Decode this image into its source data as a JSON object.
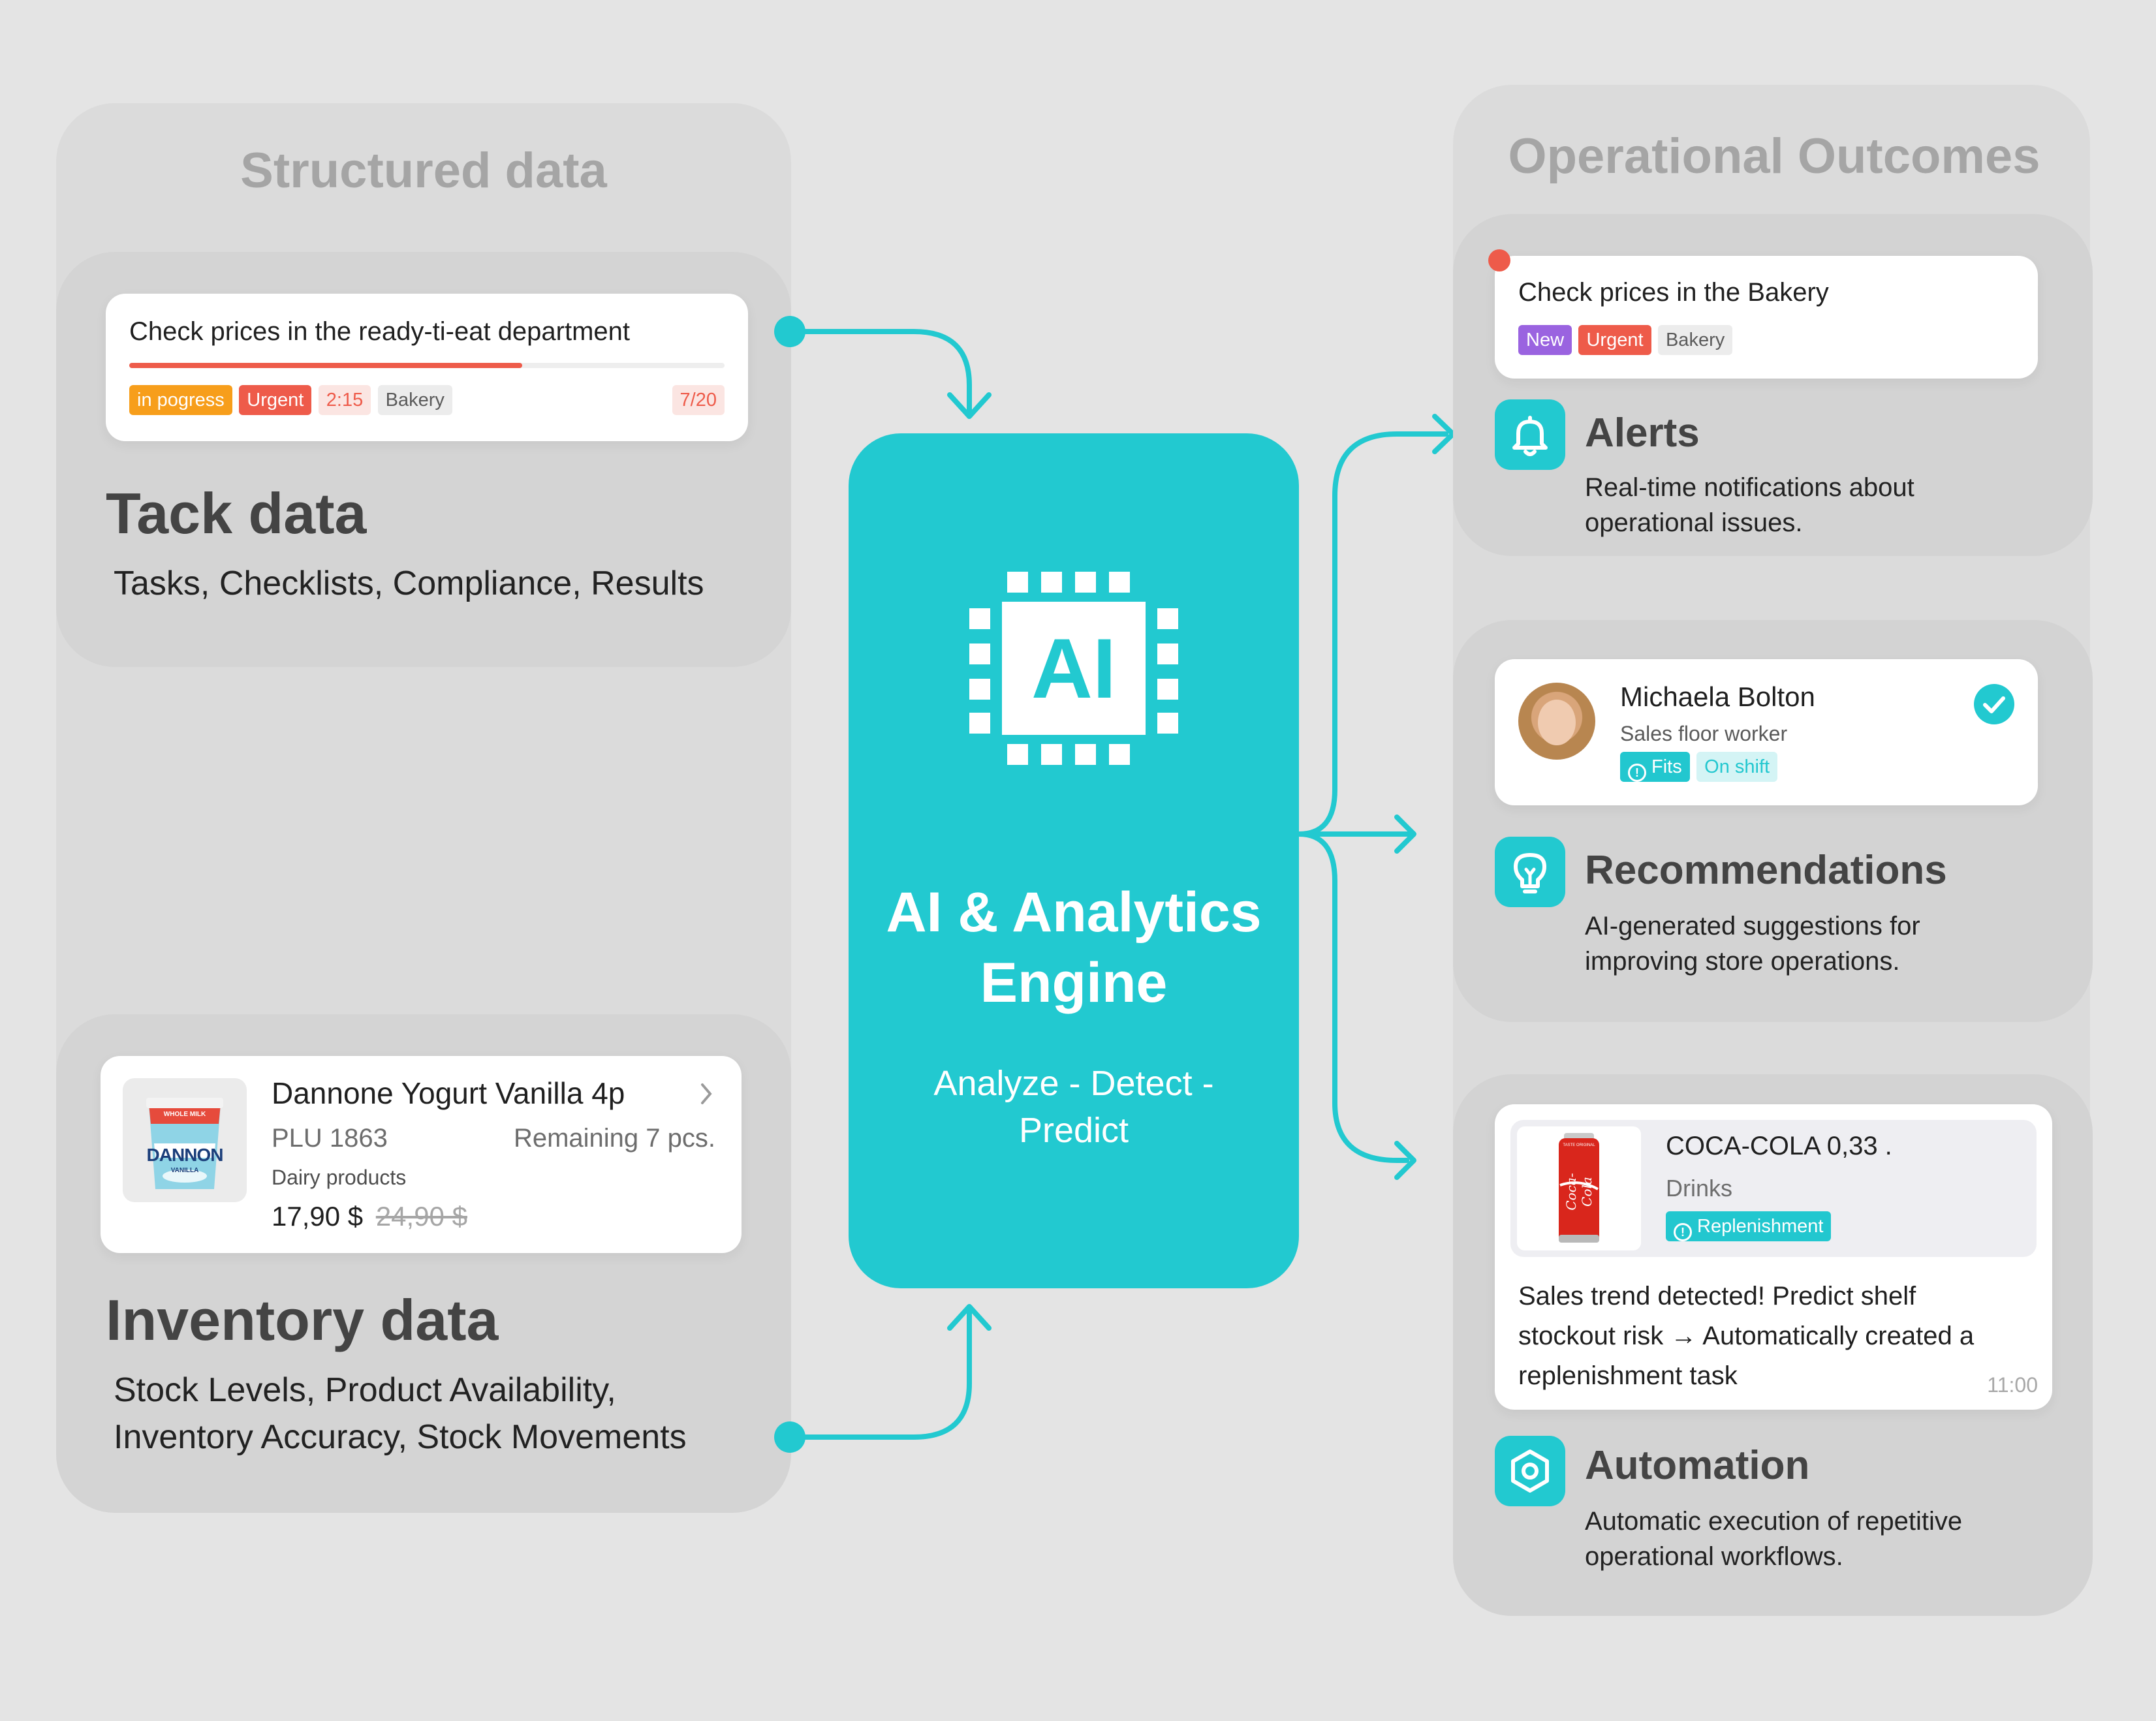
{
  "left": {
    "structured_title": "Structured data",
    "task_card": {
      "title": "Check prices in the ready-ti-eat department",
      "progress": 0.66,
      "status": "in pogress",
      "priority": "Urgent",
      "time": "2:15",
      "department": "Bakery",
      "count": "7/20"
    },
    "task_heading": "Tack data",
    "task_sub": "Tasks, Checklists, Compliance, Results",
    "product_card": {
      "name": "Dannone Yogurt Vanilla 4p",
      "plu": "PLU 1863",
      "remaining": "Remaining 7 pcs.",
      "category": "Dairy products",
      "price": "17,90 $",
      "old_price": "24,90 $",
      "image_label": "DANNON",
      "image_small_top": "WHOLE MILK",
      "image_small_bottom": "VANILLA"
    },
    "inventory_heading": "Inventory data",
    "inventory_sub_1": "Stock Levels, Product Availability,",
    "inventory_sub_2": "Inventory Accuracy, Stock Movements"
  },
  "engine": {
    "chip_label": "AI",
    "title_1": "AI & Analytics",
    "title_2": "Engine",
    "sub_1": "Analyze - Detect -",
    "sub_2": "Predict"
  },
  "right": {
    "outcomes_title": "Operational Outcomes",
    "alert_card": {
      "title": "Check prices in the Bakery",
      "tag_new": "New",
      "tag_urgent": "Urgent",
      "tag_dept": "Bakery"
    },
    "alerts": {
      "title": "Alerts",
      "desc_1": "Real-time notifications about",
      "desc_2": "operational issues."
    },
    "person_card": {
      "name": "Michaela Bolton",
      "role": "Sales floor worker",
      "tag_fits": "Fits",
      "tag_shift": "On shift"
    },
    "recommendations": {
      "title": "Recommendations",
      "desc_1": "AI-generated suggestions for",
      "desc_2": "improving store operations."
    },
    "product_alert": {
      "name": "COCA-COLA 0,33 .",
      "category": "Drinks",
      "tag": "Replenishment",
      "message_1": "Sales trend detected! Predict shelf",
      "message_2": "stockout risk → Automatically created a",
      "message_3": "replenishment task",
      "time": "11:00",
      "can_label": "Coca-Cola",
      "can_small": "TASTE ORIGINAL"
    },
    "automation": {
      "title": "Automation",
      "desc_1": "Automatic execution of repetitive",
      "desc_2": "operational workflows."
    }
  },
  "colors": {
    "accent": "#22c9d0",
    "urgent": "#ee5b4a",
    "progress": "#f79e1b",
    "new": "#9a63e0",
    "panel": "#d6d6d6",
    "background": "#e4e4e4"
  },
  "icons": [
    "bell-icon",
    "lightbulb-icon",
    "hexagon-gear-icon",
    "check-circle-icon",
    "chevron-right-icon",
    "ai-chip-icon",
    "info-icon"
  ]
}
